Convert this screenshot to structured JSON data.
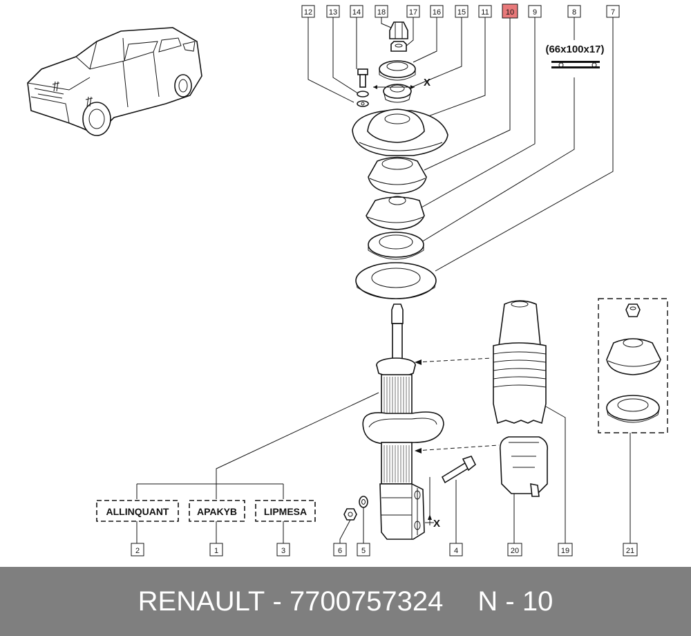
{
  "callouts": [
    "12",
    "13",
    "14",
    "18",
    "17",
    "16",
    "15",
    "11",
    "10",
    "9",
    "8",
    "7",
    "2",
    "1",
    "3",
    "6",
    "5",
    "4",
    "20",
    "19",
    "21"
  ],
  "highlighted_callout": "10",
  "highlight_color": "#e8797a",
  "brands": {
    "allinquant": "ALLINQUANT",
    "apakyb": "APAKYB",
    "lipmesa": "LIPMESA"
  },
  "dimension_label": "(66x100x17)",
  "x_mark": "X",
  "footer": {
    "brand": "RENAULT",
    "dash1": "-",
    "part_number": "7700757324",
    "ref_prefix": "N",
    "dash2": "-",
    "ref_number": "10"
  },
  "footer_color": "#7f7f7f"
}
